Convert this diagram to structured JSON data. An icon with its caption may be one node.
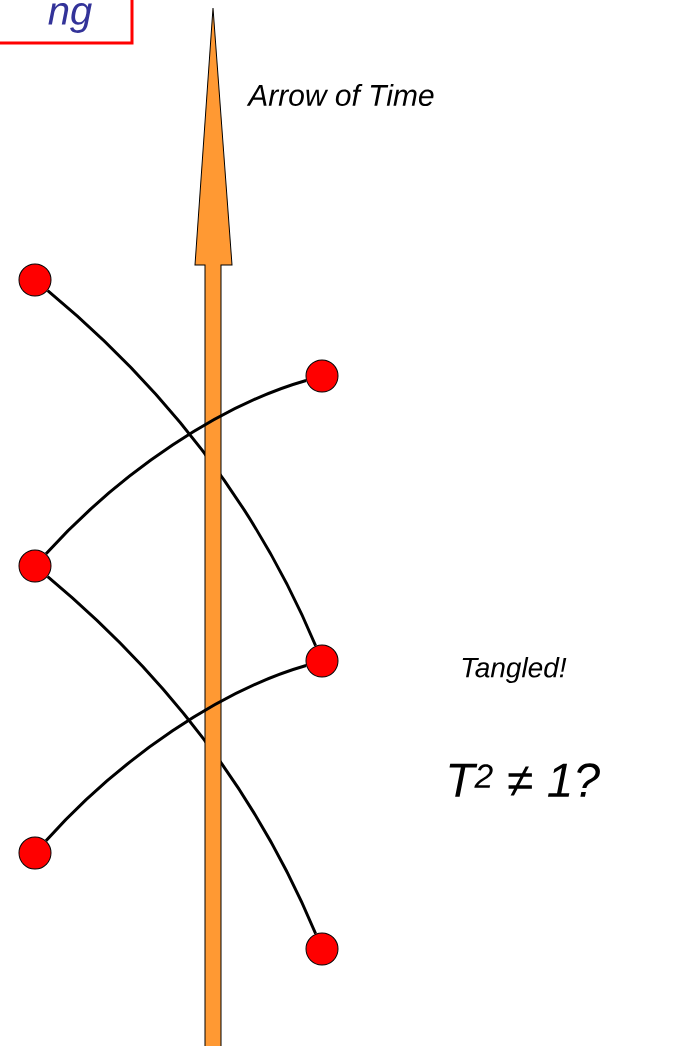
{
  "diagram": {
    "nodes": [
      {
        "text": [
          "ng"
        ]
      },
      {
        "text": [],
        "shape": "circle"
      },
      {
        "text": [],
        "shape": "circle"
      },
      {
        "text": [],
        "shape": "circle"
      },
      {
        "text": [],
        "shape": "circle"
      },
      {
        "text": [],
        "shape": "circle"
      },
      {
        "text": [],
        "shape": "circle"
      }
    ],
    "edges": [
      {
        "from": 1,
        "to": 4,
        "arrow": "none"
      },
      {
        "from": 3,
        "to": 2,
        "arrow": "none"
      },
      {
        "from": 3,
        "to": 6,
        "arrow": "none"
      },
      {
        "from": 5,
        "to": 4,
        "arrow": "none"
      }
    ],
    "labels": [
      "Arrow of Time",
      "Tangled!",
      "T$^{2}$ ≠ 1?"
    ]
  }
}
